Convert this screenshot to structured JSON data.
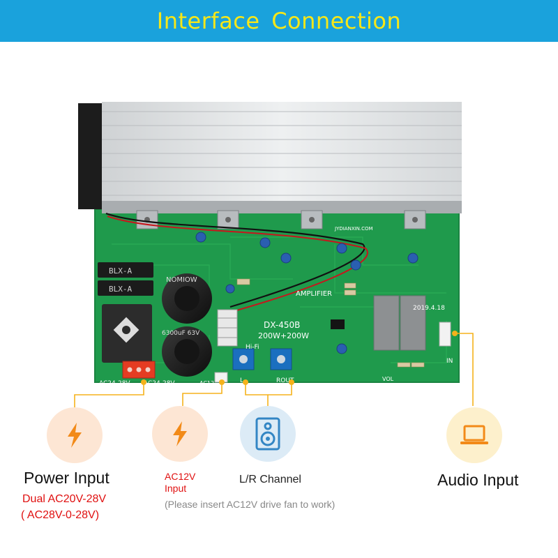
{
  "header": {
    "title": "Interface  Connection"
  },
  "colors": {
    "banner": "#1aa2dc",
    "banner_text": "#f7e718",
    "connector_line": "#f5b21b",
    "accent_orange": "#f28a18",
    "accent_blue": "#3386c4",
    "pcb_green": "#1f9a4c",
    "warning_red": "#e01010"
  },
  "board": {
    "markings": {
      "model": "DX-450B",
      "power": "200W+200W",
      "amplifier": "AMPLIFIER",
      "hifi": "Hi-Fi",
      "date": "2019.4.18",
      "bridge_1": "BLX-A",
      "bridge_2": "BLX-A",
      "cap_brand": "NOMIOW",
      "cap_rating": "6300uF 63V",
      "terminal_left": "AC24-28V",
      "terminal_right": "AC24-28V",
      "ac12": "AC12",
      "lout": "L",
      "rout": "ROUT",
      "vol": "VOL",
      "in": "IN",
      "website": "JYDIANXIN.COM"
    }
  },
  "items": [
    {
      "icon": "lightning-icon",
      "title": "Power Input",
      "detail_1": "Dual AC20V-28V",
      "detail_2": "( AC28V-0-28V)"
    },
    {
      "icon": "lightning-icon",
      "title_1": "AC12V",
      "title_2": "Input",
      "note": "(Please insert AC12V drive fan to work)"
    },
    {
      "icon": "speaker-icon",
      "title": "L/R Channel"
    },
    {
      "icon": "laptop-icon",
      "title": "Audio Input"
    }
  ]
}
